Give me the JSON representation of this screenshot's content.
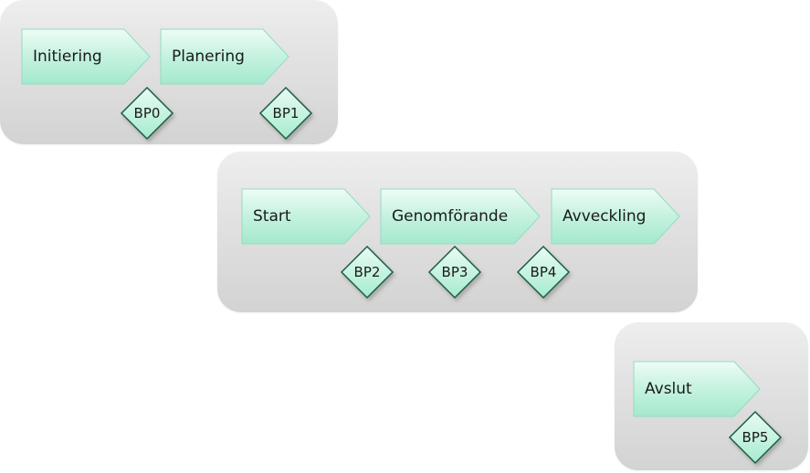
{
  "colors": {
    "shape_fill_top": "#e9fbf3",
    "shape_fill_bottom": "#a9ecd2",
    "shape_stroke": "#8fd9bf",
    "diamond_stroke": "#1e5a3e",
    "panel_bg": "#dddddd"
  },
  "groups": [
    {
      "phases": [
        {
          "label": "Initiering"
        },
        {
          "label": "Planering"
        }
      ],
      "gates": [
        {
          "label": "BP0"
        },
        {
          "label": "BP1"
        }
      ]
    },
    {
      "phases": [
        {
          "label": "Start"
        },
        {
          "label": "Genomförande"
        },
        {
          "label": "Avveckling"
        }
      ],
      "gates": [
        {
          "label": "BP2"
        },
        {
          "label": "BP3"
        },
        {
          "label": "BP4"
        }
      ]
    },
    {
      "phases": [
        {
          "label": "Avslut"
        }
      ],
      "gates": [
        {
          "label": "BP5"
        }
      ]
    }
  ]
}
